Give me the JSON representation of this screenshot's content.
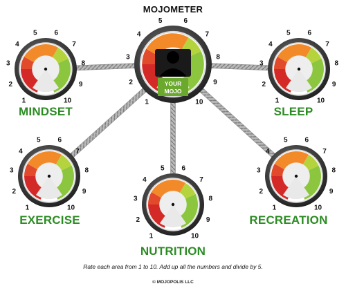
{
  "title": "MOJOMETER",
  "center_gauge": {
    "label_line1": "YOUR",
    "label_line2": "MOJO"
  },
  "scale": [
    "1",
    "2",
    "3",
    "4",
    "5",
    "6",
    "7",
    "8",
    "9",
    "10"
  ],
  "areas": [
    {
      "key": "mindset",
      "label": "MINDSET"
    },
    {
      "key": "sleep",
      "label": "SLEEP"
    },
    {
      "key": "exercise",
      "label": "EXERCISE"
    },
    {
      "key": "nutrition",
      "label": "NUTRITION"
    },
    {
      "key": "recreation",
      "label": "RECREATION"
    }
  ],
  "instructions": "Rate each area from 1 to 10. Add up all the numbers and divide by 5.",
  "copyright": "© MOJOPOLIS LLC",
  "colors": {
    "label_green": "#2c8c23",
    "dial_red": "#d42a27",
    "dial_orange": "#f28a2a",
    "dial_green": "#8cc63e",
    "bezel": "#4a4a4a"
  }
}
